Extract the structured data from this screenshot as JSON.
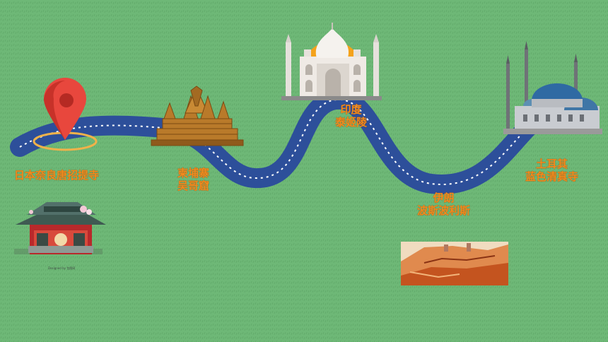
{
  "background_color": "#6eb877",
  "river_color": "#2d4f9a",
  "label_color": "#f28a1e",
  "stops": [
    {
      "name": "japan",
      "lines": [
        "日本奈良唐招提寺"
      ],
      "icon": "japanese-temple-icon"
    },
    {
      "name": "cambodia",
      "lines": [
        "柬埔寨",
        "吴哥窟"
      ],
      "icon": "angkor-wat-icon"
    },
    {
      "name": "india",
      "lines": [
        "印度",
        "泰姬陵"
      ],
      "icon": "taj-mahal-icon"
    },
    {
      "name": "iran",
      "lines": [
        "伊朗",
        "波斯波利斯"
      ],
      "icon": "persepolis-icon"
    },
    {
      "name": "turkey",
      "lines": [
        "土耳其",
        "蓝色清真寺"
      ],
      "icon": "blue-mosque-icon"
    }
  ],
  "start_icon": "location-pin-icon",
  "watermark": "Designed by 包图网"
}
